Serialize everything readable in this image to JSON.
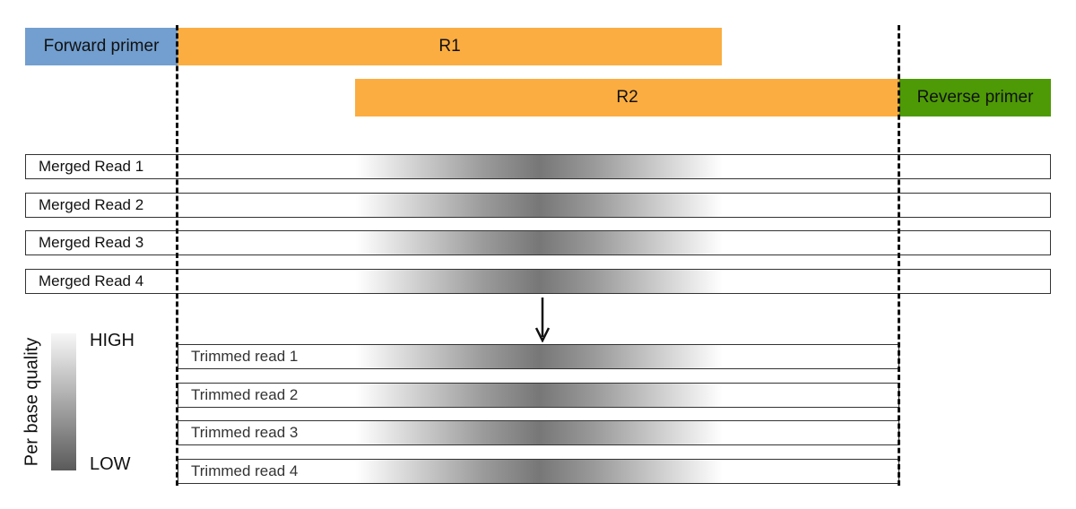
{
  "segments": {
    "forward_primer": "Forward primer",
    "r1": "R1",
    "r2": "R2",
    "reverse_primer": "Reverse primer"
  },
  "merged_reads": [
    "Merged Read 1",
    "Merged Read 2",
    "Merged Read 3",
    "Merged Read 4"
  ],
  "trimmed_reads": [
    "Trimmed read 1",
    "Trimmed read 2",
    "Trimmed read 3",
    "Trimmed read 4"
  ],
  "legend": {
    "title": "Per base quality",
    "high": "HIGH",
    "low": "LOW"
  },
  "colors": {
    "forward_primer": "#729fcf",
    "read": "#fbad41",
    "reverse_primer": "#4e9a06"
  }
}
